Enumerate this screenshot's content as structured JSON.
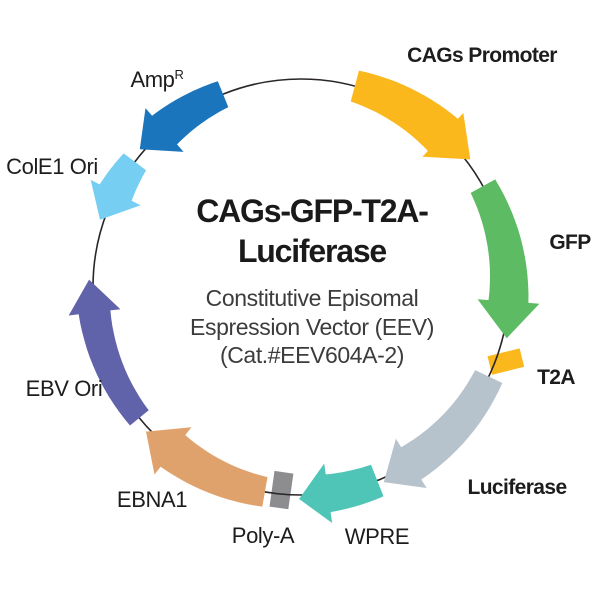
{
  "diagram": {
    "title_line1": "CAGs-GFP-T2A-",
    "title_line2": "Luciferase",
    "subtitle_line1": "Constitutive Episomal",
    "subtitle_line2": "Espression Vector (EEV)",
    "subtitle_line3": "(Cat.#EEV604A-2)",
    "circle_color": "#2a2627",
    "background": "#ffffff"
  },
  "segments": [
    {
      "id": "cags-promoter",
      "label": "CAGs Promoter",
      "color": "#FBB81C",
      "type": "arrow",
      "a0": 15,
      "headBase": 43,
      "a1": 53,
      "w0": 16,
      "w1": 22,
      "hw": 30
    },
    {
      "id": "gfp",
      "label": "GFP",
      "color": "#5CBB63",
      "type": "arrow",
      "a0": 61,
      "headBase": 94,
      "a1": 104,
      "w0": 14,
      "w1": 20,
      "hw": 31
    },
    {
      "id": "t2a",
      "label": "T2A",
      "color": "#FBB81C",
      "type": "block",
      "angle": 110,
      "rOff": 10,
      "w": 33,
      "h": 19,
      "rot": -14
    },
    {
      "id": "luciferase",
      "label": "Luciferase",
      "color": "#B6C2CC",
      "type": "arrow",
      "a0": 115.5,
      "headBase": 148,
      "a1": 157,
      "w0": 15,
      "w1": 19,
      "hw": 29
    },
    {
      "id": "wpre",
      "label": "WPRE",
      "color": "#4FC5B7",
      "type": "arrow",
      "a0": 158.5,
      "headBase": 172.5,
      "a1": 180.5,
      "w0": 17,
      "w1": 19,
      "hw": 30
    },
    {
      "id": "poly-a",
      "label": "Poly-A",
      "color": "#8D8D8F",
      "type": "block",
      "angle": 185.5,
      "rOff": -4,
      "w": 19,
      "h": 36,
      "rot": 8
    },
    {
      "id": "ebna1",
      "label": "EBNA1",
      "color": "#E0A26C",
      "type": "arrow",
      "a0": 190,
      "headBase": 218,
      "a1": 227,
      "w0": 15,
      "w1": 20,
      "hw": 30
    },
    {
      "id": "ebv-ori",
      "label": "EBV Ori",
      "color": "#6062AA",
      "type": "arrow",
      "a0": 231,
      "headBase": 263,
      "a1": 272,
      "w0": 12,
      "w1": 16,
      "hw": 26
    },
    {
      "id": "cole1-ori",
      "label": "ColE1 Ori",
      "color": "#76CEF3",
      "type": "arrow",
      "a0": 307,
      "headBase": 297,
      "a1": 288.5,
      "w0": 14,
      "w1": 18,
      "hw": 28
    },
    {
      "id": "ampr",
      "label": "Amp",
      "label_sup": "R",
      "color": "#1B75BC",
      "type": "arrow",
      "a0": 338,
      "headBase": 319,
      "a1": 310.5,
      "w0": 14,
      "w1": 19,
      "hw": 29
    }
  ]
}
